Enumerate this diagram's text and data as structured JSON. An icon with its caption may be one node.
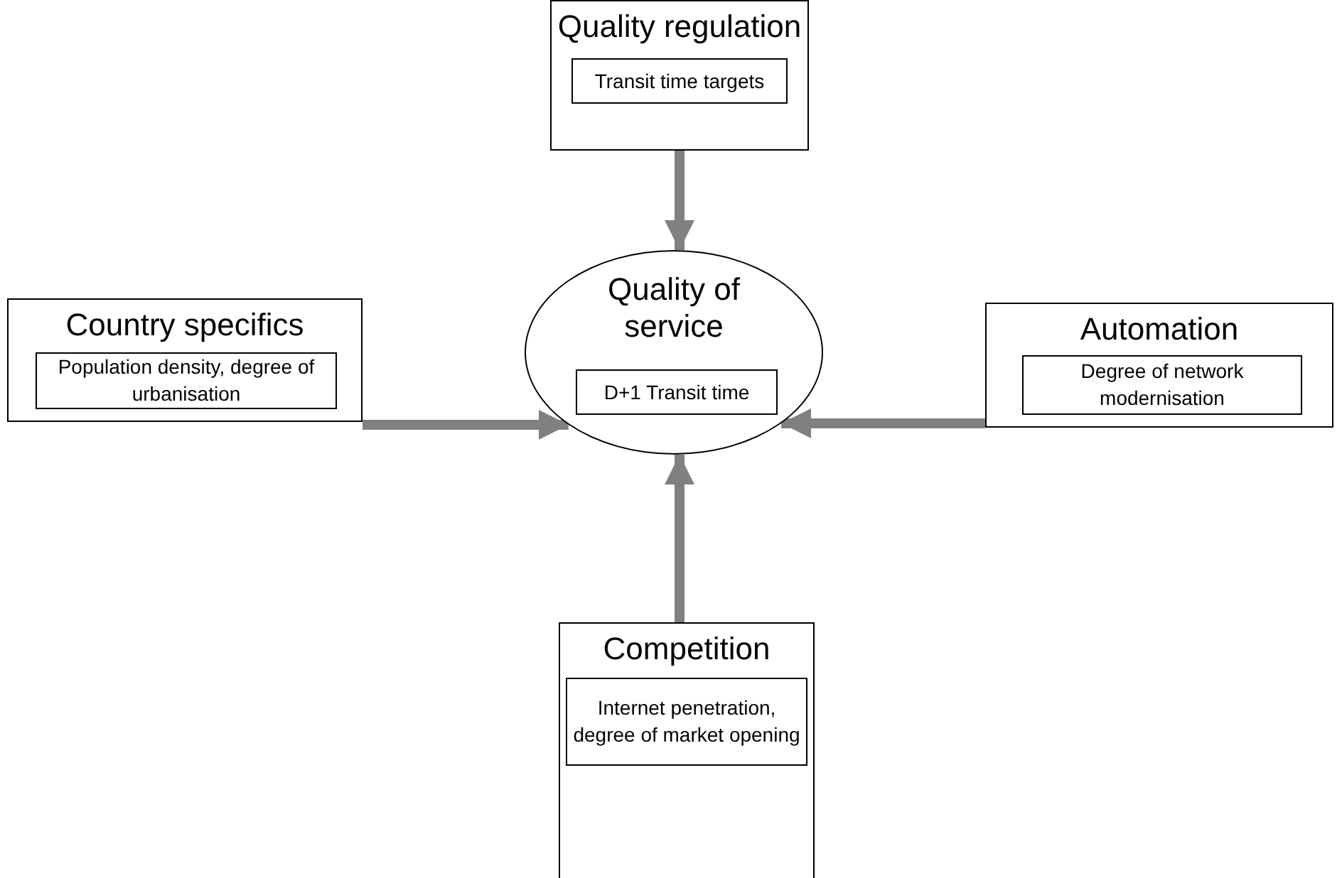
{
  "diagram": {
    "nodes": [
      {
        "text": [
          "Quality regulation"
        ]
      },
      {
        "text": [
          "Transit time targets"
        ],
        "in": 0
      },
      {
        "text": [
          "Country specifics"
        ]
      },
      {
        "text": [
          "Population density, degree of urbanisation"
        ],
        "in": 2
      },
      {
        "text": [
          "Quality of service"
        ]
      },
      {
        "text": [
          "D+1 Transit time"
        ],
        "in": 4
      },
      {
        "text": [
          "Automation"
        ]
      },
      {
        "text": [
          "Degree of network modernisation"
        ],
        "in": 6
      },
      {
        "text": [
          "Competition"
        ]
      },
      {
        "text": [
          "Internet penetration, degree of market opening"
        ],
        "in": 8
      }
    ],
    "edges": [
      {
        "from": 0,
        "to": 4,
        "arrow": "to"
      },
      {
        "from": 2,
        "to": 4,
        "arrow": "to"
      },
      {
        "from": 6,
        "to": 4,
        "arrow": "to"
      },
      {
        "from": 8,
        "to": 4,
        "arrow": "to"
      }
    ]
  }
}
